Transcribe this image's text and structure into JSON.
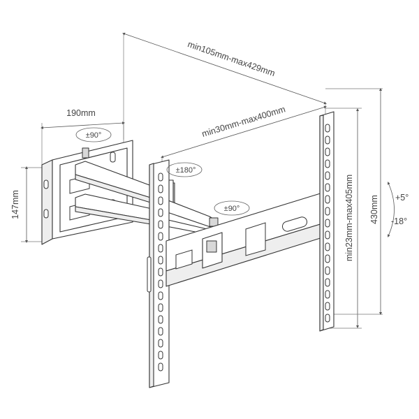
{
  "dimensions": {
    "arm_extension": "min105mm-max429mm",
    "vesa_horizontal": "min30mm-max400mm",
    "wall_plate_width": "190mm",
    "wall_plate_height": "147mm",
    "vesa_vertical": "min23mm-max405mm",
    "bracket_height": "430mm"
  },
  "rotations": {
    "wall_swivel": "±90°",
    "middle_swivel": "±180°",
    "head_swivel": "±90°"
  },
  "tilt": {
    "up": "+5°",
    "down": "-18°"
  }
}
